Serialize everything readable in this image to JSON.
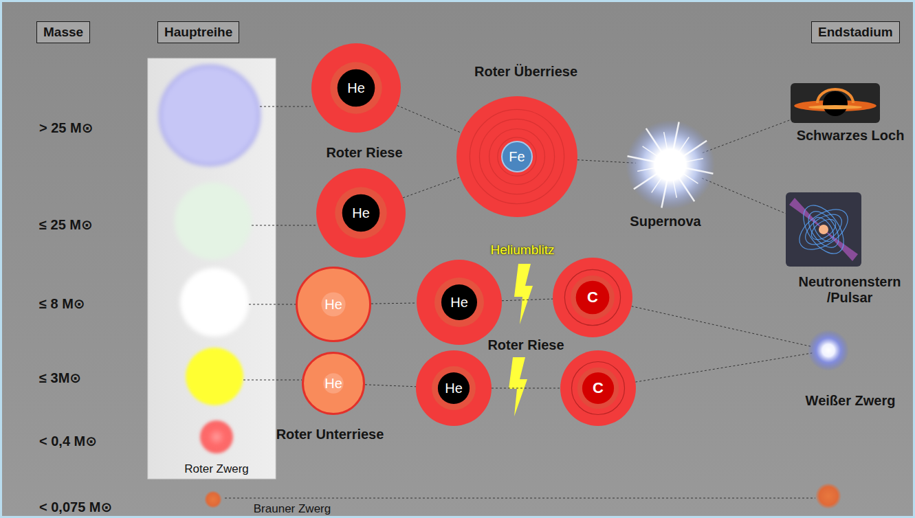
{
  "diagram": {
    "nodes": [
      {
        "text": [
          "Masse"
        ]
      },
      {
        "text": [
          "Hauptreihe"
        ]
      },
      {
        "text": [
          "Endstadium"
        ]
      },
      {
        "text": [
          "He",
          "Roter Riese"
        ]
      },
      {
        "text": [
          "Roter Überriese"
        ]
      },
      {
        "text": [
          "Fe"
        ],
        "in": 4
      },
      {
        "text": [
          "Supernova"
        ]
      },
      {
        "text": [
          "Schwarzes Loch"
        ]
      },
      {
        "text": [
          "He"
        ]
      },
      {
        "text": [
          "Neutronenstern /Pulsar"
        ]
      },
      {
        "text": [
          "He"
        ]
      },
      {
        "text": [
          "He"
        ]
      },
      {
        "text": [
          "C"
        ]
      },
      {
        "text": [
          "He",
          "Roter Unterriese"
        ]
      },
      {
        "text": [
          "He"
        ]
      },
      {
        "text": [
          "C"
        ]
      },
      {
        "text": [
          "Weißer Zwerg"
        ]
      },
      {
        "text": [
          "Roter Zwerg"
        ]
      },
      {
        "text": [
          "Brauner Zwerg"
        ]
      }
    ],
    "edges": [
      {
        "from": 3,
        "to": 4,
        "arrow": "none"
      },
      {
        "from": 8,
        "to": 4,
        "arrow": "none"
      },
      {
        "from": 4,
        "to": 6,
        "arrow": "none"
      },
      {
        "from": 6,
        "to": 7,
        "arrow": "none"
      },
      {
        "from": 6,
        "to": 9,
        "arrow": "none"
      },
      {
        "from": 10,
        "to": 11,
        "arrow": "none"
      },
      {
        "from": 11,
        "to": 12,
        "arrow": "none"
      },
      {
        "from": 12,
        "to": 16,
        "arrow": "none"
      },
      {
        "from": 13,
        "to": 14,
        "arrow": "none"
      },
      {
        "from": 14,
        "to": 15,
        "arrow": "none"
      },
      {
        "from": 15,
        "to": 16,
        "arrow": "none"
      }
    ],
    "labels": [
      "> 25 M⊙",
      "≤ 25 M⊙",
      "≤ 8 M⊙",
      "≤ 3M⊙",
      "< 0,4 M⊙",
      "< 0,075 M⊙",
      "Heliumblitz",
      "Roter Riese"
    ]
  }
}
